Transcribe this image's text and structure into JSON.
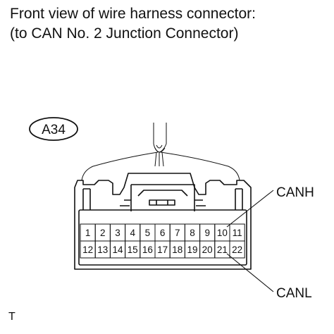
{
  "caption": {
    "line1": "Front view of wire harness connector:",
    "line2": "(to CAN No. 2 Junction Connector)"
  },
  "connector": {
    "code": "A34",
    "pins_row1": [
      "1",
      "2",
      "3",
      "4",
      "5",
      "6",
      "7",
      "8",
      "9",
      "10",
      "11"
    ],
    "pins_row2": [
      "12",
      "13",
      "14",
      "15",
      "16",
      "17",
      "18",
      "19",
      "20",
      "21",
      "22"
    ]
  },
  "callouts": {
    "canh": "CANH",
    "canl": "CANL"
  },
  "footer": {
    "ref": "T"
  }
}
